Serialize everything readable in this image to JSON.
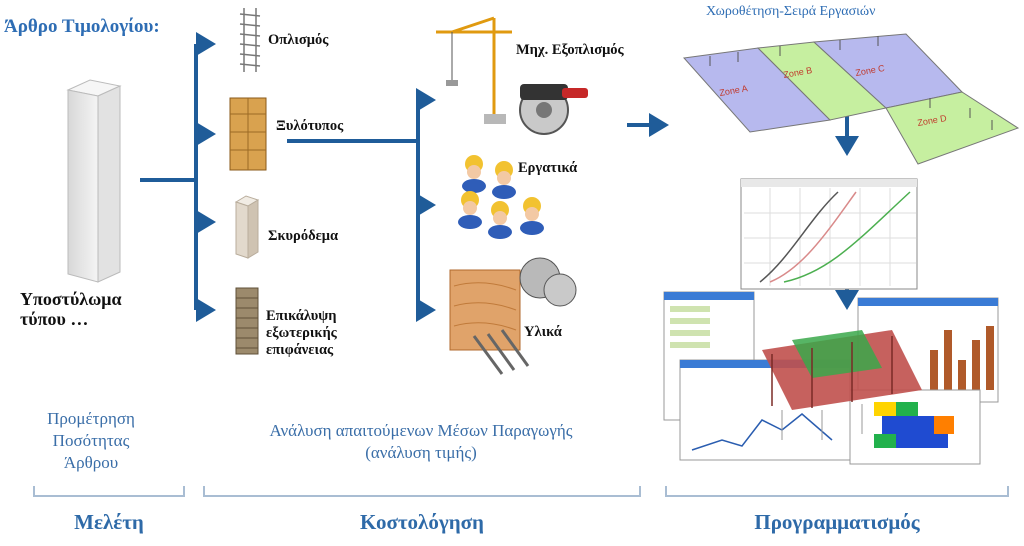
{
  "header": {
    "article_title": "Άρθρο Τιμολογίου:",
    "scheduling_title": "Χωροθέτηση-Σειρά Εργασιών"
  },
  "column": {
    "label_line1": "Υποστύλωμα",
    "label_line2": "τύπου …"
  },
  "components": [
    {
      "lines": [
        "Οπλισμός"
      ]
    },
    {
      "lines": [
        "Ξυλότυπος"
      ]
    },
    {
      "lines": [
        "Σκυρόδεμα"
      ]
    },
    {
      "lines": [
        "Επικάλυψη",
        "εξωτερικής",
        "επιφάνειας"
      ]
    }
  ],
  "resources": [
    {
      "lines": [
        "Μηχ. Εξοπλισμός"
      ]
    },
    {
      "lines": [
        "Εργατικά"
      ]
    },
    {
      "lines": [
        "Υλικά"
      ]
    }
  ],
  "zones": [
    "Zone A",
    "Zone B",
    "Zone C",
    "Zone D"
  ],
  "descriptions": {
    "quantity": [
      "Προμέτρηση",
      "Ποσότητας",
      "Άρθρου"
    ],
    "analysis": [
      "Ανάλυση απαιτούμενων Μέσων Παραγωγής",
      "(ανάλυση τιμής)"
    ]
  },
  "phases": {
    "study": "Μελέτη",
    "costing": "Κοστολόγηση",
    "scheduling": "Προγραμματισμός"
  },
  "colors": {
    "arrow": "#1f5c99",
    "title_blue": "#2e6db4",
    "text_blue": "#3a6ea8",
    "bracket": "#a9bdd3"
  }
}
